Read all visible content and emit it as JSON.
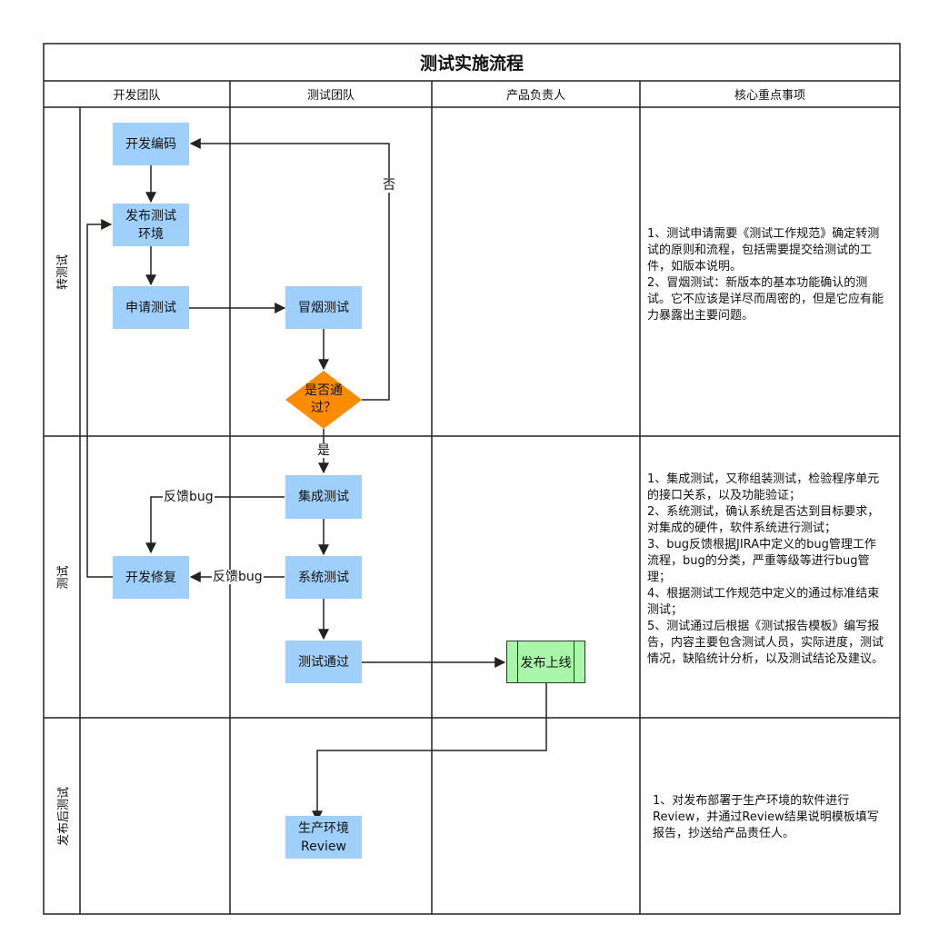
{
  "title": "测试实施流程",
  "columns": [
    "开发团队",
    "测试团队",
    "产品负责人",
    "核心重点事项"
  ],
  "rows": [
    "转测试",
    "测试",
    "发布后测试"
  ],
  "nodes": {
    "dev_coding": "开发编码",
    "deploy_test_env": "发布测试\n环境",
    "apply_test": "申请测试",
    "smoke_test": "冒烟测试",
    "pass_decision": "是否通\n过？",
    "integration_test": "集成测试",
    "system_test": "系统测试",
    "dev_fix": "开发修复",
    "test_pass": "测试通过",
    "release": "发布上线",
    "prod_review": "生产环境\nReview"
  },
  "edge_labels": {
    "no": "否",
    "yes": "是",
    "feedback_bug_1": "反馈bug",
    "feedback_bug_2": "反馈bug"
  },
  "notes": {
    "row1": "1、测试申请需要《测试工作规范》确定转测试的原则和流程，包括需要提交给测试的工件，如版本说明。\n2、冒烟测试：新版本的基本功能确认的测试。它不应该是详尽而周密的，但是它应有能力暴露出主要问题。",
    "row2": "1、集成测试，又称组装测试，检验程序单元的接口关系，以及功能验证；\n2、系统测试，确认系统是否达到目标要求，对集成的硬件，软件系统进行测试；\n3、bug反馈根据JIRA中定义的bug管理工作流程，bug的分类，严重等级等进行bug管理；\n4、根据测试工作规范中定义的通过标准结束测试；\n5、测试通过后根据《测试报告模板》编写报告，内容主要包含测试人员，实际进度，测试情况，缺陷统计分析，以及测试结论及建议。",
    "row3": "1、对发布部署于生产环境的软件进行Review，并通过Review结果说明模板填写报告，抄送给产品责任人。"
  },
  "colors": {
    "process_box": "#9fd0fb",
    "decision": "#ff8c00",
    "release": "#a9f5a9",
    "line": "#333333"
  }
}
